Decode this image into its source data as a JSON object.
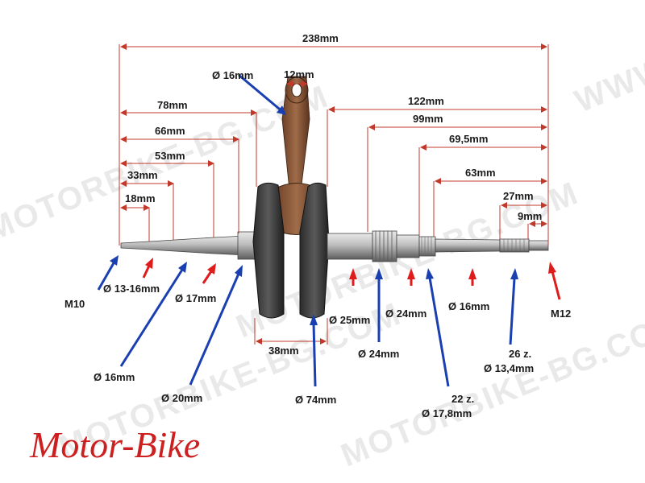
{
  "watermark": {
    "text": "MOTORBIKE-BG.COM",
    "text_short": "WWW.MO"
  },
  "brand": {
    "text": "Motor-Bike",
    "color": "#cc1f1f"
  },
  "colors": {
    "dimension": "#c0392b",
    "arrow_red": "#e01b1b",
    "arrow_blue": "#1a3fb0",
    "metal": "#9a9a9a",
    "rod": "#8b5a3c"
  },
  "dimensions": {
    "overall": "238mm",
    "d78": "78mm",
    "d66": "66mm",
    "d53": "53mm",
    "d33": "33mm",
    "d18": "18mm",
    "d12": "12mm",
    "d122": "122mm",
    "d99": "99mm",
    "d69_5": "69,5mm",
    "d63": "63mm",
    "d27": "27mm",
    "d9": "9mm",
    "d38": "38mm"
  },
  "callouts": {
    "pin": "Ø 16mm",
    "m10": "M10",
    "taper": "Ø 13-16mm",
    "d17": "Ø 17mm",
    "d16_left": "Ø 16mm",
    "d20": "Ø 20mm",
    "d74": "Ø 74mm",
    "d25": "Ø 25mm",
    "d24_a": "Ø 24mm",
    "d24_b": "Ø 24mm",
    "d16_right": "Ø 16mm",
    "m12": "M12",
    "spline22_a": "22 z.",
    "spline22_b": "Ø 17,8mm",
    "spline26_a": "26 z.",
    "spline26_b": "Ø 13,4mm"
  }
}
